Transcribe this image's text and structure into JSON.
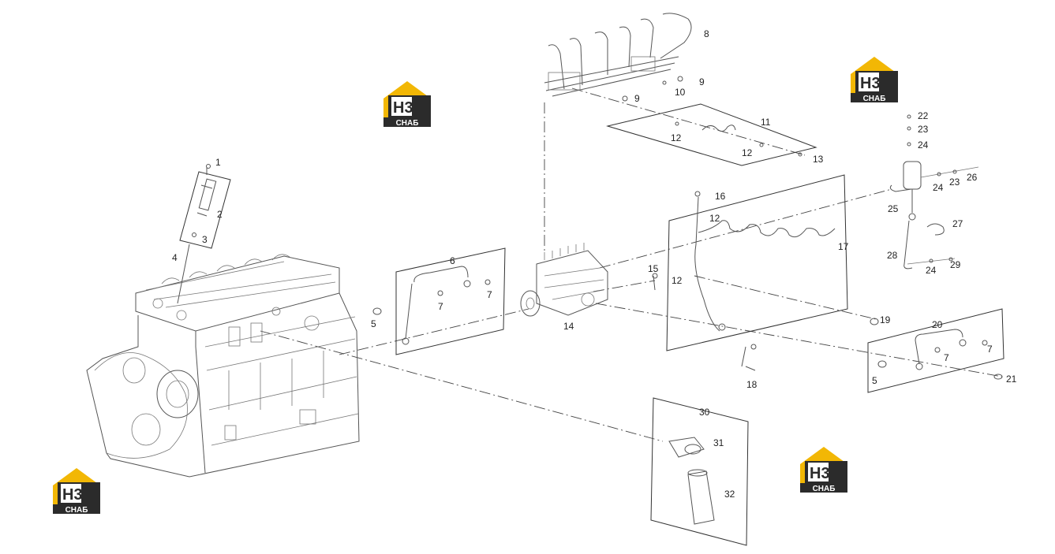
{
  "diagram": {
    "type": "exploded-parts-diagram",
    "callouts": [
      {
        "id": "c1",
        "text": "1"
      },
      {
        "id": "c2",
        "text": "2"
      },
      {
        "id": "c3",
        "text": "3"
      },
      {
        "id": "c4",
        "text": "4"
      },
      {
        "id": "c5a",
        "text": "5"
      },
      {
        "id": "c5b",
        "text": "5"
      },
      {
        "id": "c6",
        "text": "6"
      },
      {
        "id": "c7a",
        "text": "7"
      },
      {
        "id": "c7b",
        "text": "7"
      },
      {
        "id": "c7c",
        "text": "7"
      },
      {
        "id": "c7d",
        "text": "7"
      },
      {
        "id": "c8",
        "text": "8"
      },
      {
        "id": "c9a",
        "text": "9"
      },
      {
        "id": "c9b",
        "text": "9"
      },
      {
        "id": "c10",
        "text": "10"
      },
      {
        "id": "c11",
        "text": "11"
      },
      {
        "id": "c12a",
        "text": "12"
      },
      {
        "id": "c12b",
        "text": "12"
      },
      {
        "id": "c12c",
        "text": "12"
      },
      {
        "id": "c12d",
        "text": "12"
      },
      {
        "id": "c13",
        "text": "13"
      },
      {
        "id": "c14",
        "text": "14"
      },
      {
        "id": "c15",
        "text": "15"
      },
      {
        "id": "c16",
        "text": "16"
      },
      {
        "id": "c17",
        "text": "17"
      },
      {
        "id": "c18",
        "text": "18"
      },
      {
        "id": "c19",
        "text": "19"
      },
      {
        "id": "c20",
        "text": "20"
      },
      {
        "id": "c21",
        "text": "21"
      },
      {
        "id": "c22",
        "text": "22"
      },
      {
        "id": "c23a",
        "text": "23"
      },
      {
        "id": "c23b",
        "text": "23"
      },
      {
        "id": "c24a",
        "text": "24"
      },
      {
        "id": "c24b",
        "text": "24"
      },
      {
        "id": "c24c",
        "text": "24"
      },
      {
        "id": "c25",
        "text": "25"
      },
      {
        "id": "c26",
        "text": "26"
      },
      {
        "id": "c27",
        "text": "27"
      },
      {
        "id": "c28",
        "text": "28"
      },
      {
        "id": "c29",
        "text": "29"
      },
      {
        "id": "c30",
        "text": "30"
      },
      {
        "id": "c31",
        "text": "31"
      },
      {
        "id": "c32",
        "text": "32"
      }
    ]
  },
  "watermark": {
    "logo_text": "H3",
    "logo_subtext": "СНАБ",
    "accent_color": "#f2b705",
    "dark_color": "#2b2b2b"
  }
}
